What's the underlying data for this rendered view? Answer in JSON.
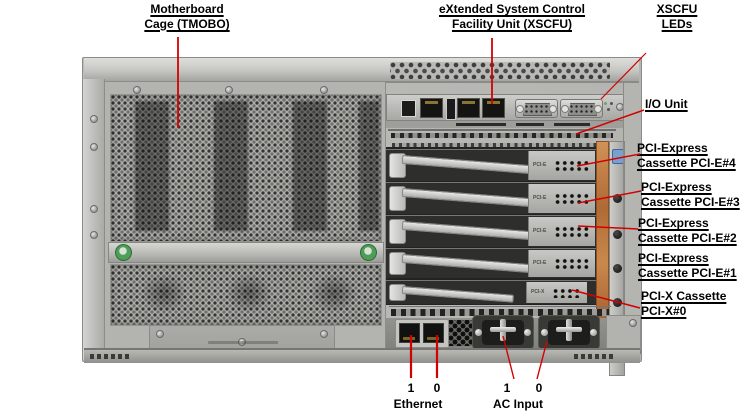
{
  "figure": {
    "subject": "Server rear view diagram with component callouts"
  },
  "callouts": {
    "motherboard_cage": {
      "line1": "Motherboard",
      "line2": "Cage (TMOBO)"
    },
    "xscfu": {
      "line1": "eXtended System Control",
      "line2": "Facility Unit (XSCFU)"
    },
    "xscfu_leds": {
      "line1": "XSCFU",
      "line2": "LEDs"
    },
    "io_unit": {
      "line1": "I/O Unit"
    },
    "pci_e4": {
      "line1": "PCI-Express",
      "line2": "Cassette PCI-E#4"
    },
    "pci_e3": {
      "line1": "PCI-Express",
      "line2": "Cassette PCI-E#3"
    },
    "pci_e2": {
      "line1": "PCI-Express",
      "line2": "Cassette PCI-E#2"
    },
    "pci_e1": {
      "line1": "PCI-Express",
      "line2": "Cassette PCI-E#1"
    },
    "pci_x0": {
      "line1": "PCI-X Cassette",
      "line2": "PCI-X#0"
    }
  },
  "bottom_callouts": {
    "ethernet": {
      "port1": "1",
      "port0": "0",
      "label": "Ethernet"
    },
    "ac_input": {
      "port1": "1",
      "port0": "0",
      "label": "AC Input"
    }
  },
  "hardware": {
    "cassettes": [
      {
        "tag": "PCI-E"
      },
      {
        "tag": "PCI-E"
      },
      {
        "tag": "PCI-E"
      },
      {
        "tag": "PCI-E"
      },
      {
        "tag": "PCI-X"
      }
    ]
  },
  "colors": {
    "leader_line": "#d40000",
    "label_text": "#000000",
    "chassis_gray": "#b7b7b4",
    "orange_rail": "#bf7c42",
    "green_thumbscrew": "#4e9e57",
    "blue_clip": "#7aa0d0"
  }
}
